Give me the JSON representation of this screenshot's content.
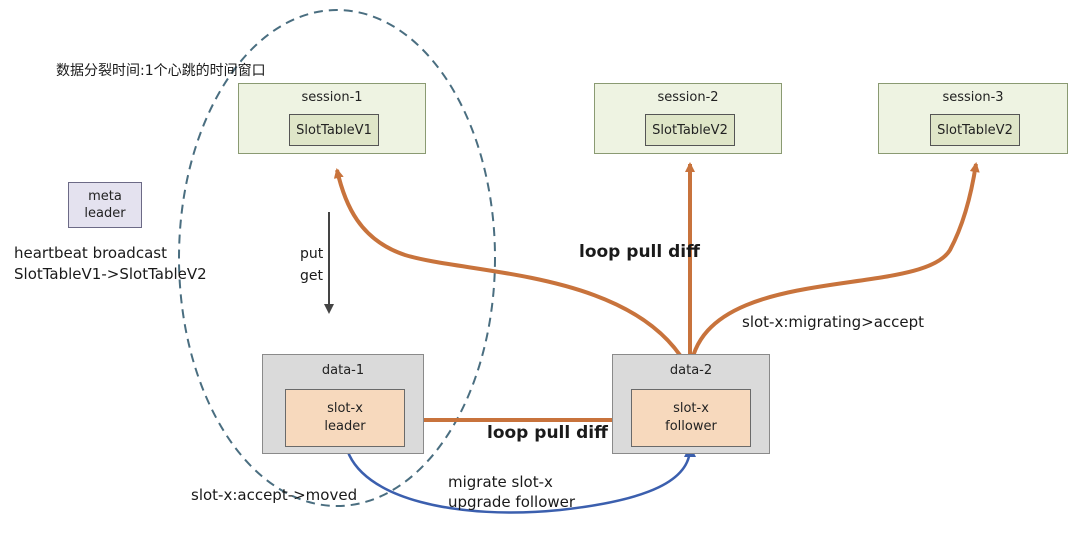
{
  "window_note": "数据分裂时间:1个心跳的时间窗口",
  "meta": {
    "line1": "meta",
    "line2": "leader"
  },
  "heartbeat": {
    "line1": "heartbeat broadcast",
    "line2": "SlotTableV1->SlotTableV2"
  },
  "sessions": [
    {
      "title": "session-1",
      "slot_table": "SlotTableV1"
    },
    {
      "title": "session-2",
      "slot_table": "SlotTableV2"
    },
    {
      "title": "session-3",
      "slot_table": "SlotTableV2"
    }
  ],
  "put_get": {
    "put": "put",
    "get": "get"
  },
  "data1": {
    "title": "data-1",
    "slot_line1": "slot-x",
    "slot_line2": "leader"
  },
  "data2": {
    "title": "data-2",
    "slot_line1": "slot-x",
    "slot_line2": "follower"
  },
  "labels": {
    "loop_pull_diff_top": "loop pull diff",
    "loop_pull_diff_mid": "loop pull diff",
    "migrating_accept": "slot-x:migrating>accept",
    "accept_moved": "slot-x:accept->moved",
    "migrate_line1": "migrate slot-x",
    "migrate_line2": "upgrade follower"
  },
  "colors": {
    "orange_arrow": "#c8733c",
    "blue_arrow": "#3b5fae",
    "dashed_ellipse": "#4a6e80"
  }
}
